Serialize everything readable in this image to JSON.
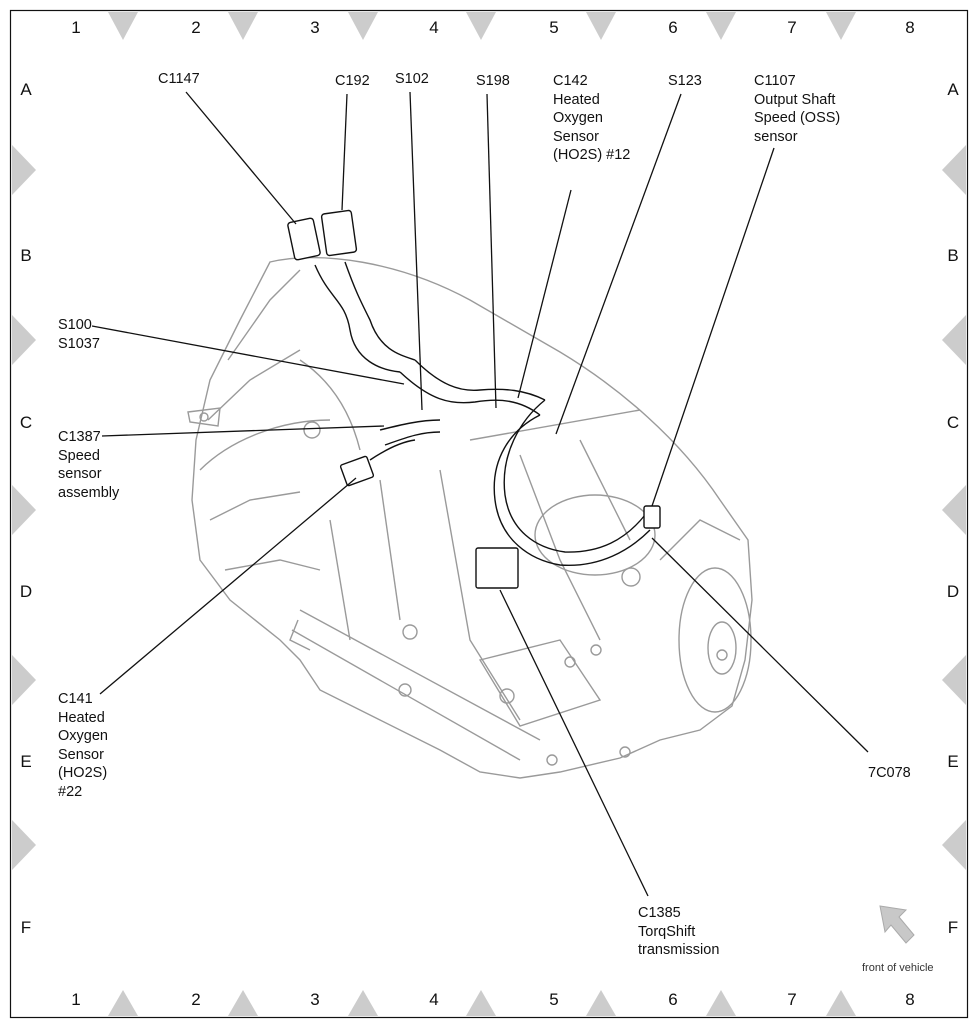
{
  "grid": {
    "columns": [
      "1",
      "2",
      "3",
      "4",
      "5",
      "6",
      "7",
      "8"
    ],
    "rows": [
      "A",
      "B",
      "C",
      "D",
      "E",
      "F"
    ]
  },
  "callouts": {
    "c1147": [
      "C1147"
    ],
    "c192": [
      "C192"
    ],
    "s102": [
      "S102"
    ],
    "s198": [
      "S198"
    ],
    "c142": [
      "C142",
      "Heated",
      "Oxygen",
      "Sensor",
      "(HO2S) #12"
    ],
    "s123": [
      "S123"
    ],
    "c1107": [
      "C1107",
      "Output Shaft",
      "Speed (OSS)",
      "sensor"
    ],
    "s100": [
      "S100",
      "S1037"
    ],
    "c1387": [
      "C1387",
      "Speed",
      "sensor",
      "assembly"
    ],
    "c141": [
      "C141",
      "Heated",
      "Oxygen",
      "Sensor",
      "(HO2S)",
      "#22"
    ],
    "c7c078": [
      "7C078"
    ],
    "c1385": [
      "C1385",
      "TorqShift",
      "transmission"
    ]
  },
  "front_of_vehicle": "front of vehicle",
  "colors": {
    "line": "#111111",
    "marker": "#cccccc",
    "part": "#9a9a9a",
    "arrow": "#c8c8c8"
  }
}
